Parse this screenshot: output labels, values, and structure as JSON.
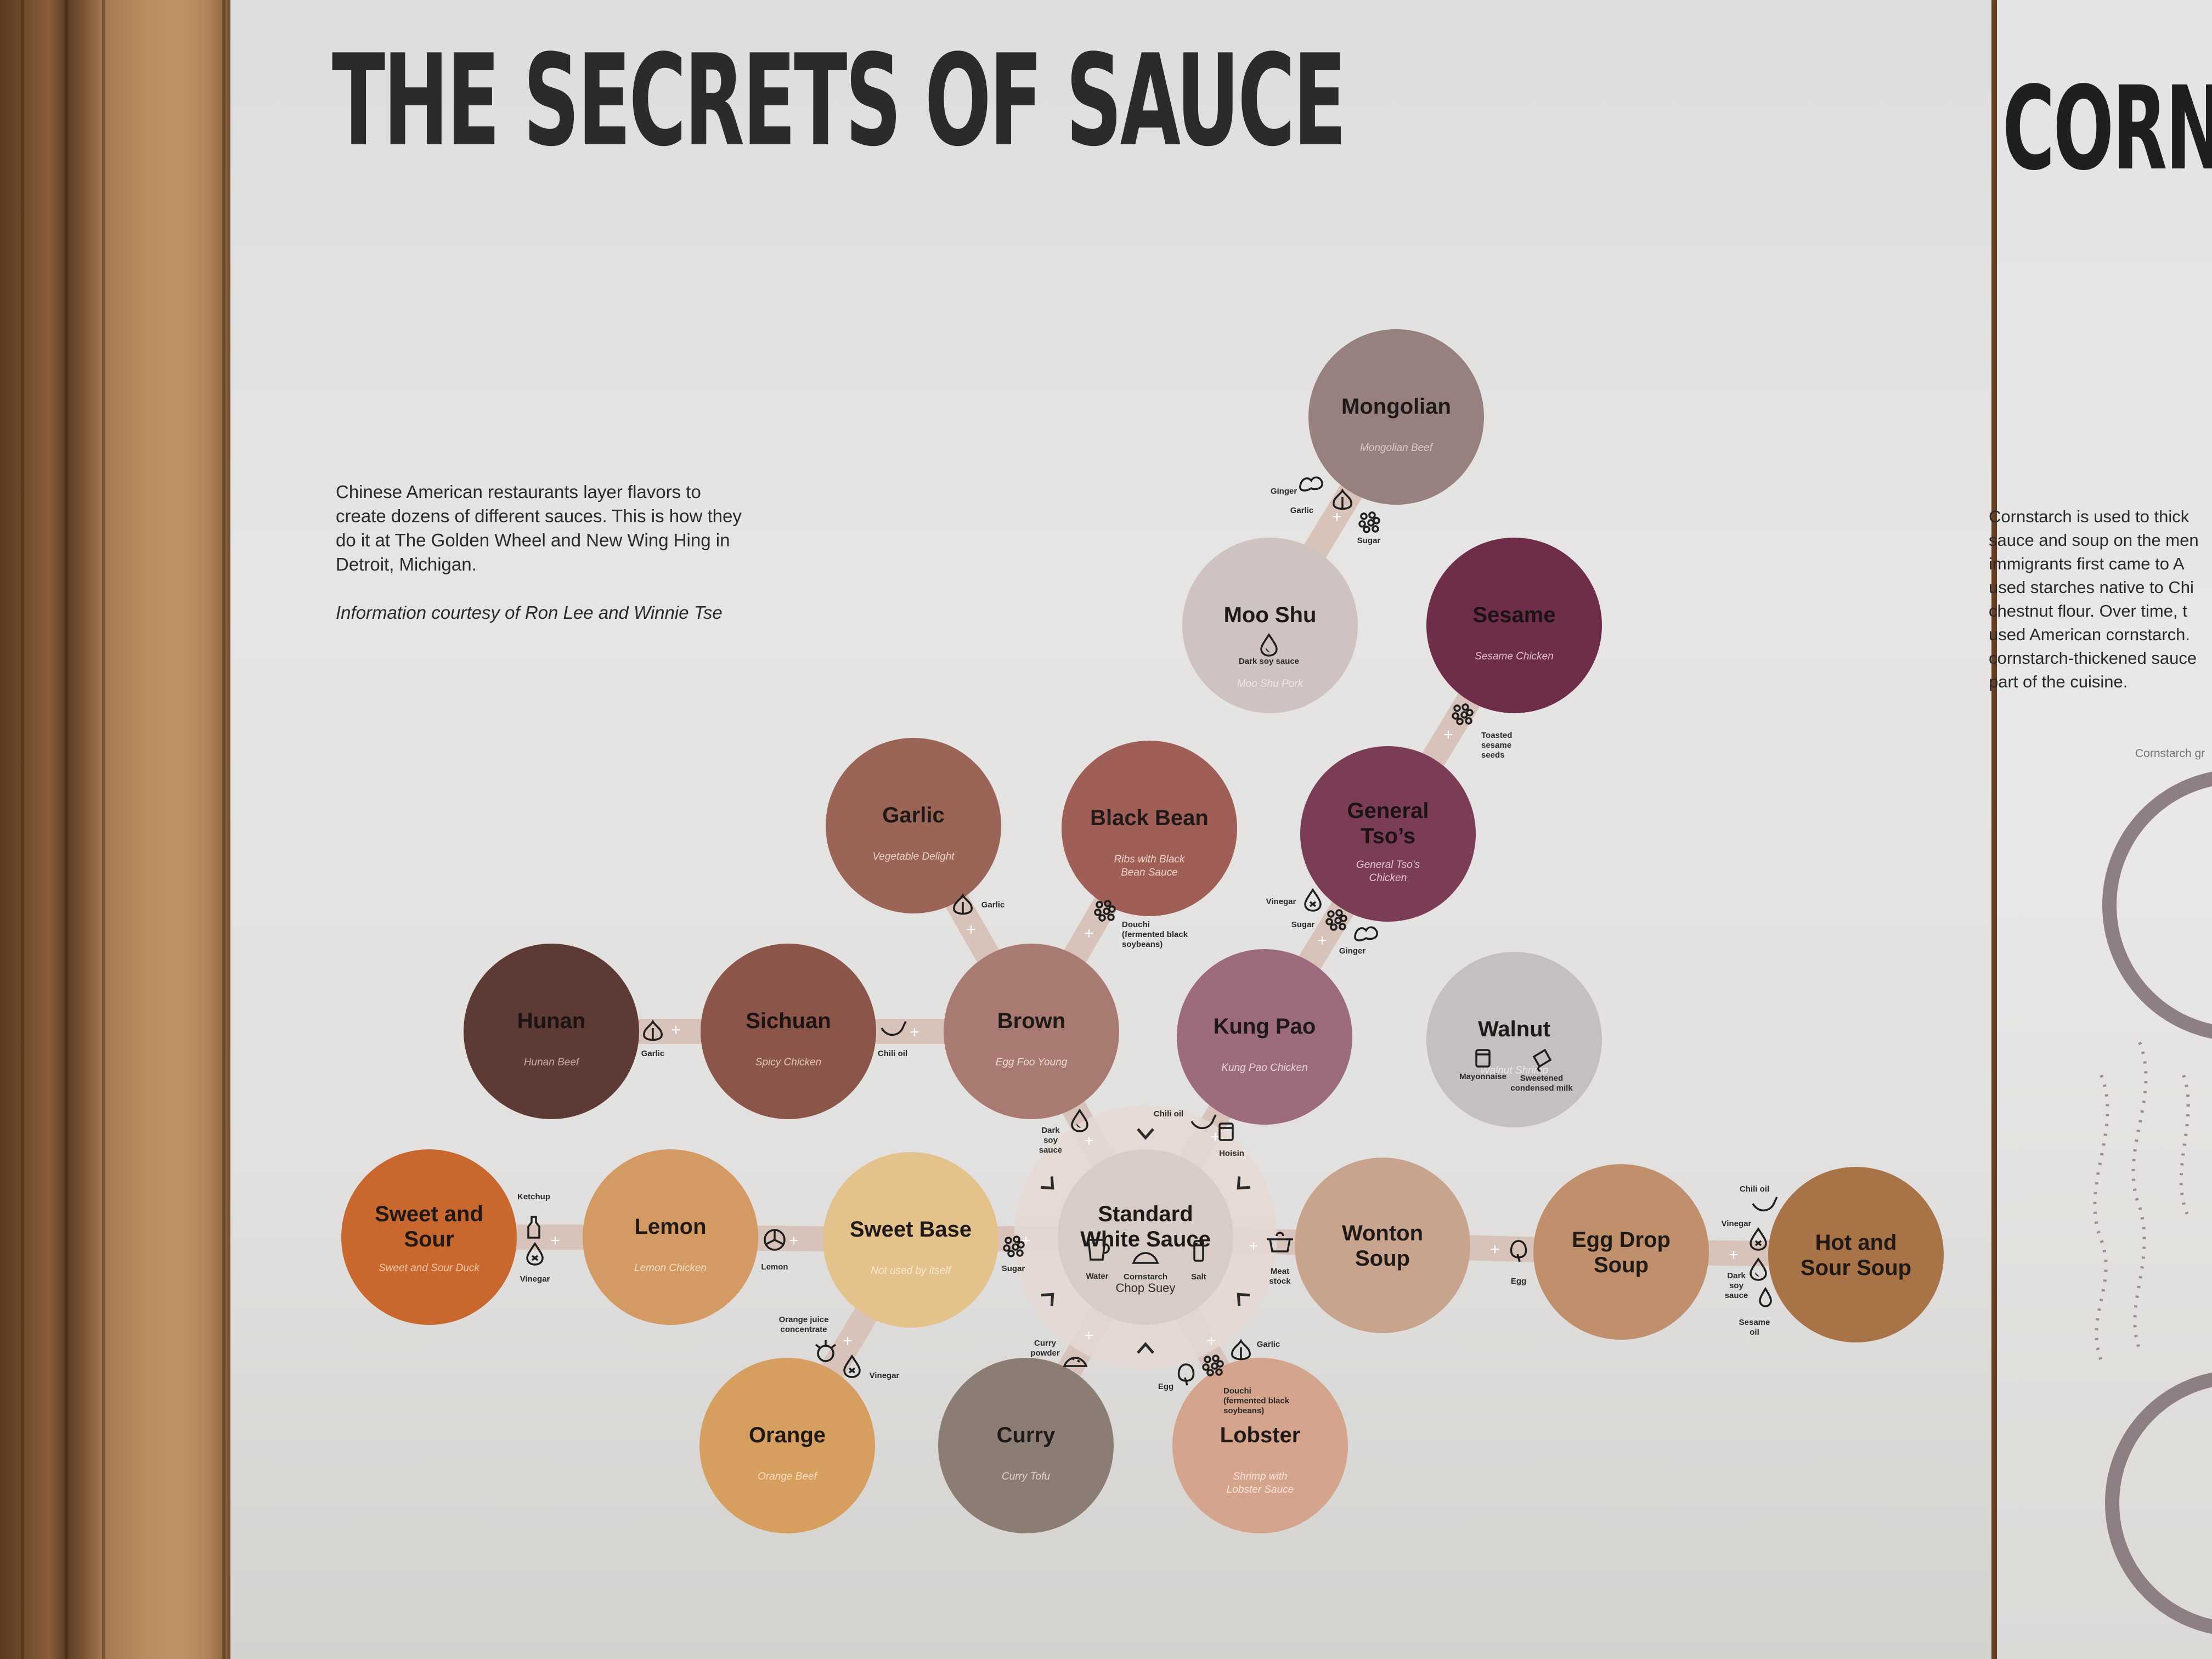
{
  "title": "THE SECRETS OF SAUCE",
  "intro": {
    "text": "Chinese American restaurants layer flavors to create dozens of different sauces. This is how they do it at The Golden Wheel and New Wing Hing in Detroit, Michigan.",
    "credit": "Information courtesy of Ron Lee and Winnie Tse"
  },
  "next_panel": {
    "title": "CORNS",
    "text": [
      "Cornstarch is used to thick",
      "sauce and soup on the men",
      "immigrants first came to A",
      "used starches native to Chi",
      "chestnut flour. Over time, t",
      "used American cornstarch.",
      "cornstarch-thickened sauce",
      "part of the cuisine."
    ],
    "caption": "Cornstarch gr"
  },
  "colors": {
    "panel": "#e3e2e0",
    "title": "#2b2b2b",
    "connector": "#d8c3bb"
  },
  "nodes": [
    {
      "id": "mongolian",
      "name": [
        "Mongolian"
      ],
      "dish": "Mongolian Beef",
      "color": "#96817f",
      "dish_color": "#d9cdcb"
    },
    {
      "id": "moo-shu",
      "name": [
        "Moo Shu"
      ],
      "dish": "Moo Shu Pork",
      "color": "#cfc3c1",
      "dish_color": "#ede7e5"
    },
    {
      "id": "sesame",
      "name": [
        "Sesame"
      ],
      "dish": "Sesame Chicken",
      "color": "#6e2d48",
      "dish_color": "#dcc1cb"
    },
    {
      "id": "general-tsos",
      "name": [
        "General",
        "Tso’s"
      ],
      "dish": "General Tso’s Chicken",
      "color": "#7b3d55",
      "dish_color": "#e2c8d1"
    },
    {
      "id": "garlic",
      "name": [
        "Garlic"
      ],
      "dish": "Vegetable Delight",
      "color": "#9a6457",
      "dish_color": "#e6cec8"
    },
    {
      "id": "black-bean",
      "name": [
        "Black Bean"
      ],
      "dish": "Ribs with Black Bean Sauce",
      "color": "#a05f56",
      "dish_color": "#ecd2cc"
    },
    {
      "id": "hunan",
      "name": [
        "Hunan"
      ],
      "dish": "Hunan Beef",
      "color": "#5e3a35",
      "dish_color": "#c8aaa4"
    },
    {
      "id": "sichuan",
      "name": [
        "Sichuan"
      ],
      "dish": "Spicy Chicken",
      "color": "#8c5549",
      "dish_color": "#e0c4bd"
    },
    {
      "id": "brown",
      "name": [
        "Brown"
      ],
      "dish": "Egg Foo Young",
      "color": "#a87a72",
      "dish_color": "#eedad6"
    },
    {
      "id": "kung-pao",
      "name": [
        "Kung Pao"
      ],
      "dish": "Kung Pao Chicken",
      "color": "#9c6b7e",
      "dish_color": "#ead6de"
    },
    {
      "id": "walnut",
      "name": [
        "Walnut"
      ],
      "dish": "Walnut Shrimp",
      "color": "#c4bfc0",
      "dish_color": "#ece9ea"
    },
    {
      "id": "sweet-and-sour",
      "name": [
        "Sweet and",
        "Sour"
      ],
      "dish": "Sweet and Sour Duck",
      "color": "#c8672e",
      "dish_color": "#f2c7a9"
    },
    {
      "id": "lemon",
      "name": [
        "Lemon"
      ],
      "dish": "Lemon Chicken",
      "color": "#d49a64",
      "dish_color": "#f5dcc4"
    },
    {
      "id": "sweet-base",
      "name": [
        "Sweet Base"
      ],
      "dish": "Not used by itself",
      "color": "#e3c28c",
      "dish_color": "#f7ead3"
    },
    {
      "id": "standard-white",
      "name": [
        "Standard",
        "White Sauce"
      ],
      "dish": "Chop Suey",
      "color": "#d8ccc6",
      "dish_color": "#2f2a28"
    },
    {
      "id": "wonton-soup",
      "name": [
        "Wonton",
        "Soup"
      ],
      "dish": "",
      "color": "#c8a38e",
      "dish_color": "#f1e1d7"
    },
    {
      "id": "egg-drop-soup",
      "name": [
        "Egg Drop",
        "Soup"
      ],
      "dish": "",
      "color": "#c08f6c",
      "dish_color": "#f0dcc9"
    },
    {
      "id": "hot-and-sour",
      "name": [
        "Hot and",
        "Sour Soup"
      ],
      "dish": "",
      "color": "#a87347",
      "dish_color": "#ecd3bc"
    },
    {
      "id": "orange",
      "name": [
        "Orange"
      ],
      "dish": "Orange Beef",
      "color": "#d79f5f",
      "dish_color": "#f5ddc0"
    },
    {
      "id": "curry",
      "name": [
        "Curry"
      ],
      "dish": "Curry Tofu",
      "color": "#8c7d74",
      "dish_color": "#ddd3cd"
    },
    {
      "id": "lobster",
      "name": [
        "Lobster"
      ],
      "dish": "Shrimp with Lobster Sauce",
      "color": "#d4a48c",
      "dish_color": "#f6e3d9"
    }
  ],
  "ingredients": [
    {
      "label": [
        "Ginger"
      ],
      "icon": "ginger-icon"
    },
    {
      "label": [
        "Garlic"
      ],
      "icon": "garlic-icon"
    },
    {
      "label": [
        "Sugar"
      ],
      "icon": "sugar-icon"
    },
    {
      "label": [
        "Dark soy sauce"
      ],
      "icon": "soy-drop-icon"
    },
    {
      "label": [
        "Toasted",
        "sesame",
        "seeds"
      ],
      "icon": "sesame-seeds-icon"
    },
    {
      "label": [
        "Vinegar"
      ],
      "icon": "vinegar-icon"
    },
    {
      "label": [
        "Sugar"
      ],
      "icon": "sugar-icon"
    },
    {
      "label": [
        "Ginger"
      ],
      "icon": "ginger-icon"
    },
    {
      "label": [
        "Garlic"
      ],
      "icon": "garlic-icon"
    },
    {
      "label": [
        "Douchi",
        "(fermented black",
        "soybeans)"
      ],
      "icon": "douchi-icon"
    },
    {
      "label": [
        "Garlic"
      ],
      "icon": "garlic-icon"
    },
    {
      "label": [
        "Chili oil"
      ],
      "icon": "chili-icon"
    },
    {
      "label": [
        "Dark",
        "soy",
        "sauce"
      ],
      "icon": "soy-drop-icon"
    },
    {
      "label": [
        "Chili oil"
      ],
      "icon": "chili-icon"
    },
    {
      "label": [
        "Hoisin"
      ],
      "icon": "hoisin-jar-icon"
    },
    {
      "label": [
        "Mayonnaise"
      ],
      "icon": "mayonnaise-jar-icon"
    },
    {
      "label": [
        "Sweetened",
        "condensed milk"
      ],
      "icon": "condensed-milk-icon"
    },
    {
      "label": [
        "Ketchup"
      ],
      "icon": "ketchup-bottle-icon"
    },
    {
      "label": [
        "Vinegar"
      ],
      "icon": "vinegar-icon"
    },
    {
      "label": [
        "Lemon"
      ],
      "icon": "lemon-slice-icon"
    },
    {
      "label": [
        "Sugar"
      ],
      "icon": "sugar-icon"
    },
    {
      "label": [
        "Water"
      ],
      "icon": "water-pitcher-icon"
    },
    {
      "label": [
        "Cornstarch"
      ],
      "icon": "cornstarch-pile-icon"
    },
    {
      "label": [
        "Salt"
      ],
      "icon": "salt-shaker-icon"
    },
    {
      "label": [
        "Meat",
        "stock"
      ],
      "icon": "stock-pot-icon"
    },
    {
      "label": [
        "Egg"
      ],
      "icon": "egg-icon"
    },
    {
      "label": [
        "Chili oil"
      ],
      "icon": "chili-icon"
    },
    {
      "label": [
        "Vinegar"
      ],
      "icon": "vinegar-icon"
    },
    {
      "label": [
        "Dark",
        "soy",
        "sauce"
      ],
      "icon": "soy-drop-icon"
    },
    {
      "label": [
        "Sesame",
        "oil"
      ],
      "icon": "sesame-oil-icon"
    },
    {
      "label": [
        "Orange juice",
        "concentrate"
      ],
      "icon": "orange-juice-icon"
    },
    {
      "label": [
        "Vinegar"
      ],
      "icon": "vinegar-icon"
    },
    {
      "label": [
        "Curry",
        "powder"
      ],
      "icon": "curry-powder-icon"
    },
    {
      "label": [
        "Egg"
      ],
      "icon": "egg-icon"
    },
    {
      "label": [
        "Garlic"
      ],
      "icon": "garlic-icon"
    },
    {
      "label": [
        "Douchi",
        "(fermented black",
        "soybeans)"
      ],
      "icon": "douchi-icon"
    }
  ]
}
